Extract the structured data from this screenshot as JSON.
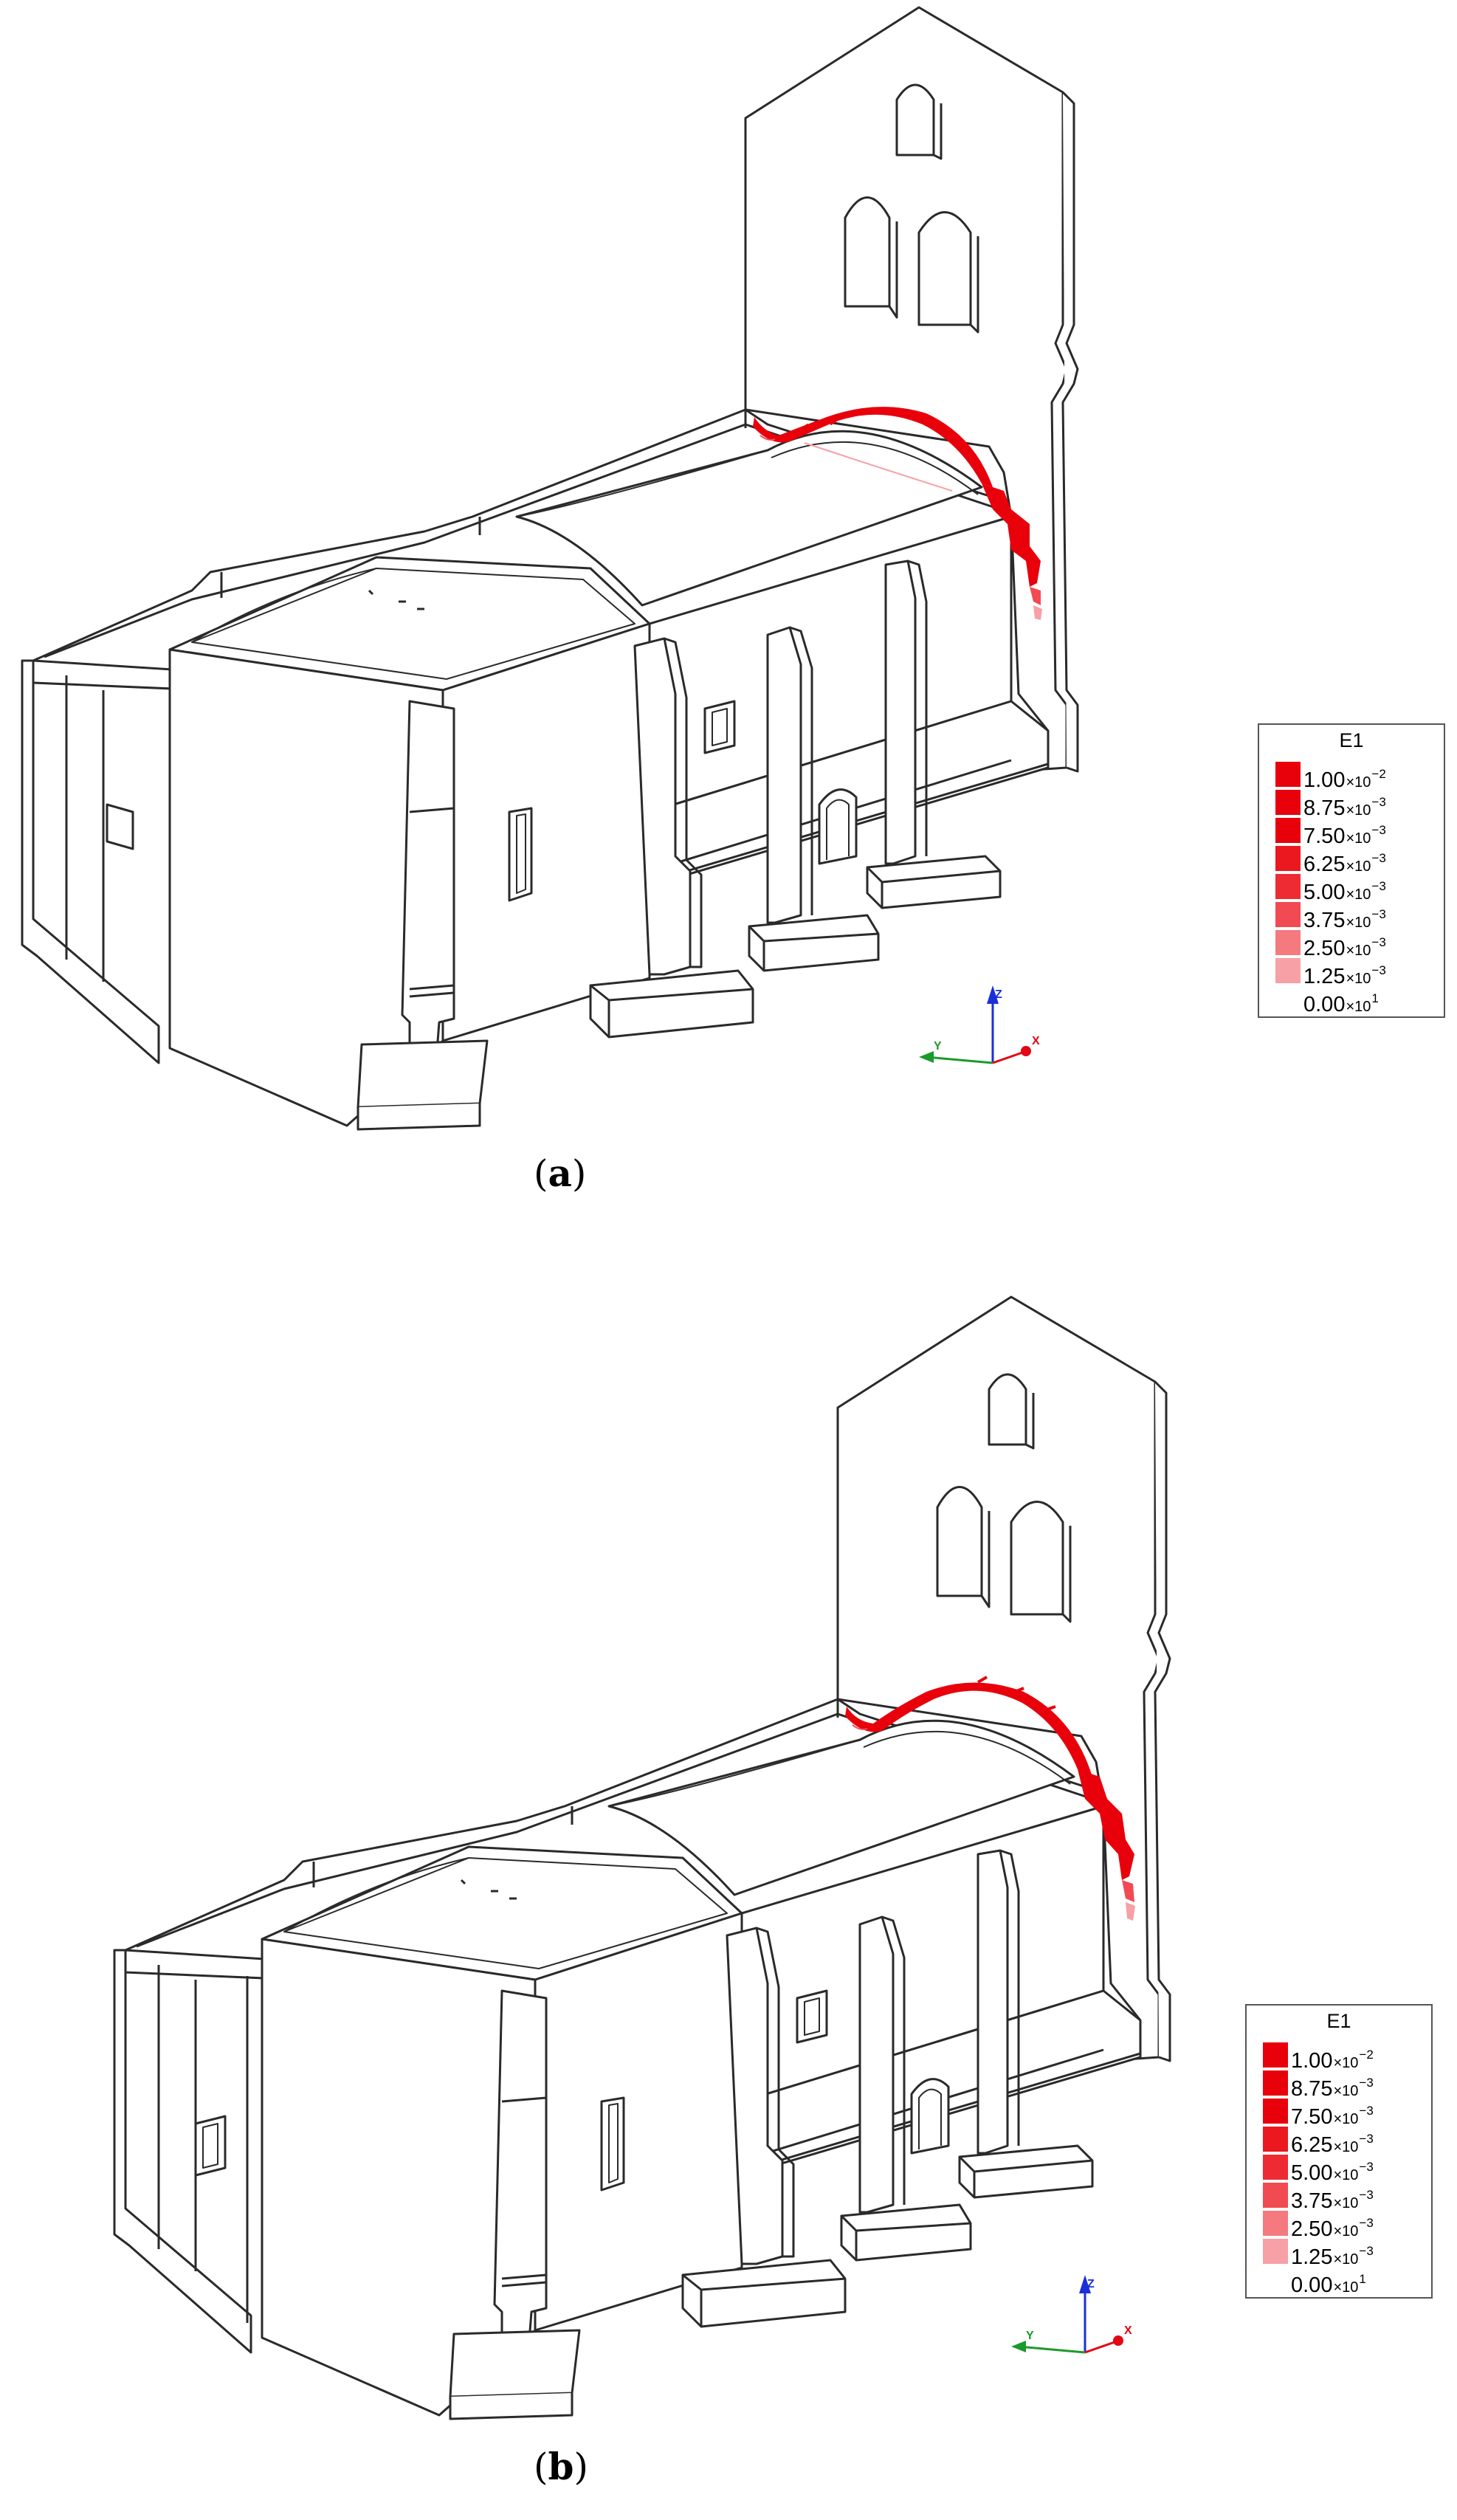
{
  "colors": {
    "line": "#2a2a2a",
    "fill": "#ffffff",
    "crack_strong": "#e8000b",
    "crack_mid": "#f24a52",
    "crack_light": "#f7a0a5",
    "axis_x": "#e30613",
    "axis_y": "#1a9a2a",
    "axis_z": "#1a2fd8"
  },
  "panels": [
    {
      "id": "a",
      "caption": "a",
      "legend": {
        "title": "E1",
        "entries": [
          {
            "mantissa": "1.00",
            "exponent": "−2",
            "color": "#e8000b"
          },
          {
            "mantissa": "8.75",
            "exponent": "−3",
            "color": "#e8000b"
          },
          {
            "mantissa": "7.50",
            "exponent": "−3",
            "color": "#e8000b"
          },
          {
            "mantissa": "6.25",
            "exponent": "−3",
            "color": "#ec1820"
          },
          {
            "mantissa": "5.00",
            "exponent": "−3",
            "color": "#ee2a32"
          },
          {
            "mantissa": "3.75",
            "exponent": "−3",
            "color": "#f24a52"
          },
          {
            "mantissa": "2.50",
            "exponent": "−3",
            "color": "#f47a80"
          },
          {
            "mantissa": "1.25",
            "exponent": "−3",
            "color": "#f7a0a5"
          },
          {
            "mantissa": "0.00",
            "exponent": "1",
            "color": "none"
          }
        ]
      },
      "axes": {
        "x": "X",
        "y": "Y",
        "z": "Z"
      }
    },
    {
      "id": "b",
      "caption": "b",
      "legend": {
        "title": "E1",
        "entries": [
          {
            "mantissa": "1.00",
            "exponent": "−2",
            "color": "#e8000b"
          },
          {
            "mantissa": "8.75",
            "exponent": "−3",
            "color": "#e8000b"
          },
          {
            "mantissa": "7.50",
            "exponent": "−3",
            "color": "#e8000b"
          },
          {
            "mantissa": "6.25",
            "exponent": "−3",
            "color": "#ec1820"
          },
          {
            "mantissa": "5.00",
            "exponent": "−3",
            "color": "#ee2a32"
          },
          {
            "mantissa": "3.75",
            "exponent": "−3",
            "color": "#f24a52"
          },
          {
            "mantissa": "2.50",
            "exponent": "−3",
            "color": "#f47a80"
          },
          {
            "mantissa": "1.25",
            "exponent": "−3",
            "color": "#f7a0a5"
          },
          {
            "mantissa": "0.00",
            "exponent": "1",
            "color": "none"
          }
        ]
      },
      "axes": {
        "x": "X",
        "y": "Y",
        "z": "Z"
      }
    }
  ]
}
